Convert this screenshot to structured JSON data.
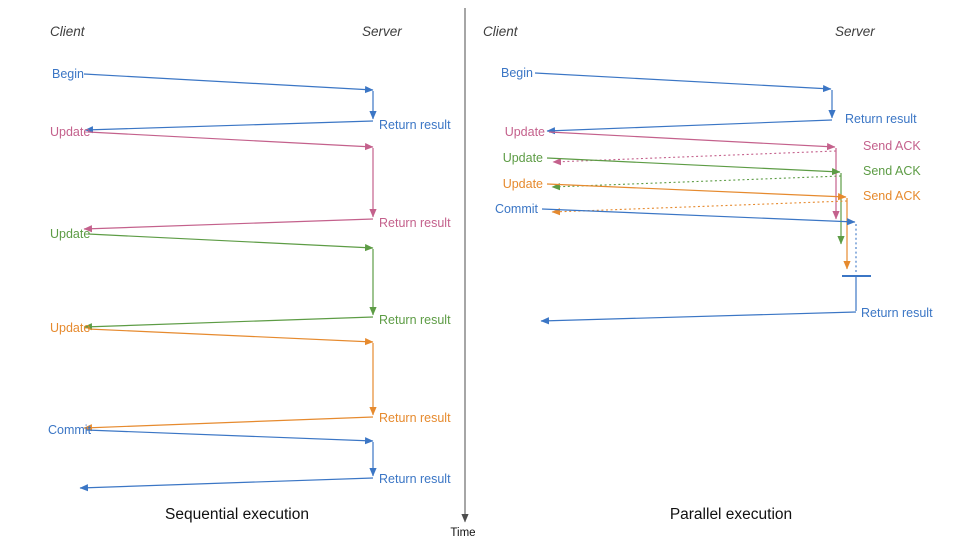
{
  "colors": {
    "blue": "#3b76c5",
    "pink": "#c4618c",
    "green": "#5d9c45",
    "orange": "#e68a2e",
    "axis": "#4d4d4d",
    "label": "#3d3d3d",
    "caption": "#111111"
  },
  "sequential": {
    "caption": "Sequential execution",
    "client": "Client",
    "server": "Server",
    "steps": [
      {
        "request": "Begin",
        "response": "Return result",
        "color": "blue"
      },
      {
        "request": "Update",
        "response": "Return result",
        "color": "pink"
      },
      {
        "request": "Update",
        "response": "Return result",
        "color": "green"
      },
      {
        "request": "Update",
        "response": "Return result",
        "color": "orange"
      },
      {
        "request": "Commit",
        "response": "Return result",
        "color": "blue"
      }
    ]
  },
  "parallel": {
    "caption": "Parallel execution",
    "client": "Client",
    "server": "Server",
    "steps": [
      {
        "request": "Begin",
        "response": "Return result",
        "color": "blue"
      },
      {
        "request": "Update",
        "response": "Send ACK",
        "color": "pink"
      },
      {
        "request": "Update",
        "response": "Send ACK",
        "color": "green"
      },
      {
        "request": "Update",
        "response": "Send ACK",
        "color": "orange"
      },
      {
        "request": "Commit",
        "response": "Return result",
        "color": "blue"
      }
    ]
  },
  "time_axis": {
    "label": "Time"
  }
}
